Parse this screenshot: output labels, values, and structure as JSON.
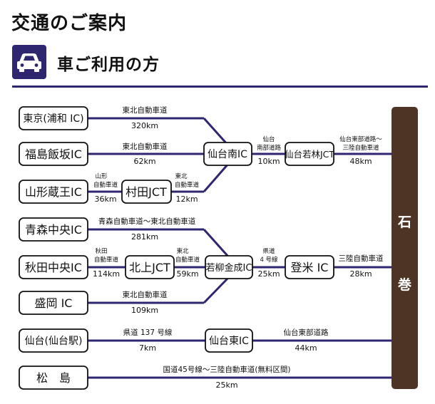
{
  "header": {
    "title": "交通のご案内",
    "subtitle": "車ご利用の方",
    "icon": "car-icon",
    "accent_color": "#2e266f",
    "destination_color": "#4e3424"
  },
  "destination": {
    "char1": "石",
    "char2": "巻"
  },
  "nodes": {
    "tokyo": "東京(浦和 IC)",
    "fukushima": "福島飯坂IC",
    "yamagata": "山形蔵王IC",
    "murata": "村田JCT",
    "sendaiminami": "仙台南IC",
    "wakabayashi": "仙台若林JCT",
    "aomori": "青森中央IC",
    "akita": "秋田中央IC",
    "kitakami": "北上JCT",
    "morioka": "盛岡 IC",
    "wakuya": "若柳金成IC",
    "tome": "登米 IC",
    "sendai_station": "仙台(仙台駅)",
    "sendaihigashi": "仙台東IC",
    "matsushima": "松　島"
  },
  "routes": {
    "tokyo": {
      "road": "東北自動車道",
      "dist": "320km"
    },
    "fukushima": {
      "road": "東北自動車道",
      "dist": "62km"
    },
    "yamagata_murata": {
      "road1": "山形",
      "road2": "自動車道",
      "dist": "36km"
    },
    "murata_sendaiminami": {
      "road1": "東北",
      "road2": "自動車道",
      "dist": "12km"
    },
    "sendaiminami_wakabayashi": {
      "road1": "仙台",
      "road2": "南部道路",
      "dist": "10km"
    },
    "wakabayashi_dest": {
      "road1": "仙台東部道路～",
      "road2": "三陸自動車道",
      "dist": "48km"
    },
    "aomori": {
      "road": "青森自動車道～東北自動車道",
      "dist": "281km"
    },
    "akita_kitakami": {
      "road1": "秋田",
      "road2": "自動車道",
      "dist": "114km"
    },
    "kitakami_wakuya": {
      "road1": "東北",
      "road2": "自動車道",
      "dist": "59km"
    },
    "morioka": {
      "road": "東北自動車道",
      "dist": "109km"
    },
    "wakuya_tome": {
      "road1": "県道",
      "road2": "4 号線",
      "dist": "25km"
    },
    "tome_dest": {
      "road": "三陸自動車道",
      "dist": "28km"
    },
    "sendai_station": {
      "road": "県道 137 号線",
      "dist": "7km"
    },
    "sendaihigashi_dest": {
      "road": "仙台東部道路",
      "dist": "44km"
    },
    "matsushima": {
      "road": "国道45号線～三陸自動車道(無料区間)",
      "dist": "25km"
    }
  }
}
